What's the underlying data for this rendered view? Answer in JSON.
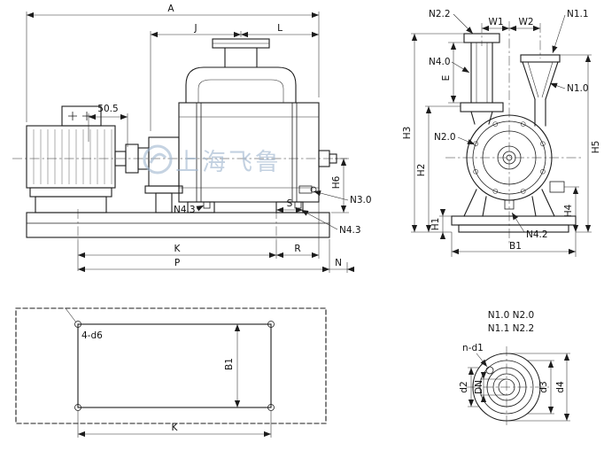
{
  "watermark": {
    "text": "上海飞鲁"
  },
  "colors": {
    "line": "#1c1c1c",
    "watermark": "#9fb6cf"
  },
  "side_view": {
    "dim_A": "A",
    "dim_J": "J",
    "dim_L": "L",
    "dim_50_5": "50.5",
    "dim_S": "S",
    "dim_K": "K",
    "dim_R": "R",
    "dim_P": "P",
    "dim_N": "N",
    "dim_H6": "H6",
    "label_N43_left": "N4.3",
    "label_N43_right": "N4.3",
    "label_N30": "N3.0"
  },
  "end_view": {
    "label_N22": "N2.2",
    "label_N11": "N1.1",
    "label_N40": "N4.0",
    "label_N10": "N1.0",
    "label_N20": "N2.0",
    "label_N42": "N4.2",
    "dim_W1": "W1",
    "dim_W2": "W2",
    "dim_E": "E",
    "dim_H1": "H1",
    "dim_H2": "H2",
    "dim_H3": "H3",
    "dim_H4": "H4",
    "dim_H5": "H5",
    "dim_B1": "B1"
  },
  "plan_view": {
    "label_holes": "4-d6",
    "dim_B1": "B1",
    "dim_K": "K"
  },
  "flange_view": {
    "label_row1": "N1.0  N2.0",
    "label_row2": "N1.1  N2.2",
    "label_nd1": "n-d1",
    "dim_d2": "d2",
    "dim_DN": "DN",
    "dim_d3": "d3",
    "dim_d4": "d4"
  }
}
